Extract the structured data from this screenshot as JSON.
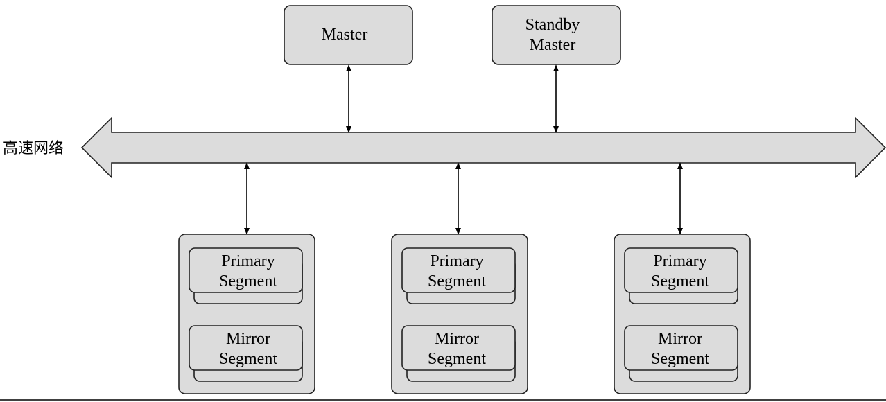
{
  "network_label": "高速网络",
  "masters": [
    {
      "lines": [
        "Master"
      ]
    },
    {
      "lines": [
        "Standby",
        "Master"
      ]
    }
  ],
  "segment_hosts": [
    {
      "primary": [
        "Primary",
        "Segment"
      ],
      "mirror": [
        "Mirror",
        "Segment"
      ]
    },
    {
      "primary": [
        "Primary",
        "Segment"
      ],
      "mirror": [
        "Mirror",
        "Segment"
      ]
    },
    {
      "primary": [
        "Primary",
        "Segment"
      ],
      "mirror": [
        "Mirror",
        "Segment"
      ]
    }
  ],
  "colors": {
    "box_fill": "#dcdcdc",
    "stroke": "#222222",
    "background": "#ffffff"
  }
}
